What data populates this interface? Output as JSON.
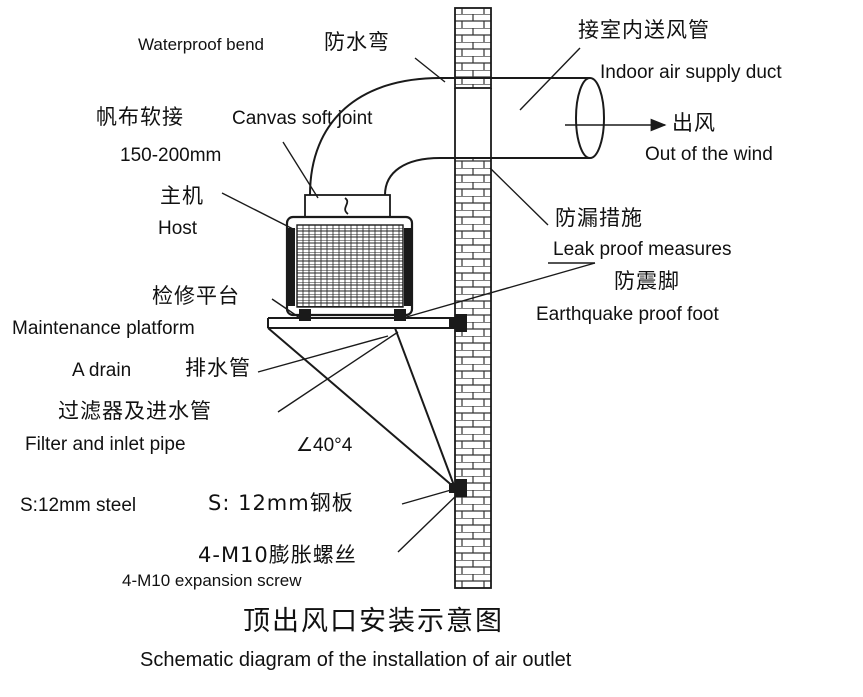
{
  "labels": {
    "waterproof_bend_en": "Waterproof bend",
    "waterproof_bend_zh": "防水弯",
    "indoor_duct_zh": "接室内送风管",
    "indoor_duct_en": "Indoor air supply duct",
    "outlet_zh": "出风",
    "outlet_en": "Out of the wind",
    "canvas_zh": "帆布软接",
    "canvas_en": "Canvas soft joint",
    "canvas_size": "150-200mm",
    "host_zh": "主机",
    "host_en": "Host",
    "leak_zh": "防漏措施",
    "leak_en": "Leak proof measures",
    "quake_zh": "防震脚",
    "quake_en": "Earthquake proof foot",
    "platform_zh": "检修平台",
    "platform_en": "Maintenance platform",
    "drain_en": "A drain",
    "drain_zh": "排水管",
    "filter_zh": "过滤器及进水管",
    "filter_en": "Filter and inlet pipe",
    "angle": "∠40°4",
    "steel_en": "S:12mm steel",
    "steel_zh": "S: 12mm钢板",
    "screw_zh": "4-M10膨胀螺丝",
    "screw_en": "4-M10 expansion screw"
  },
  "title": {
    "zh": "顶出风口安装示意图",
    "en": "Schematic diagram of the installation of air outlet"
  },
  "colors": {
    "line": "#1a1a1a",
    "background": "#ffffff"
  }
}
